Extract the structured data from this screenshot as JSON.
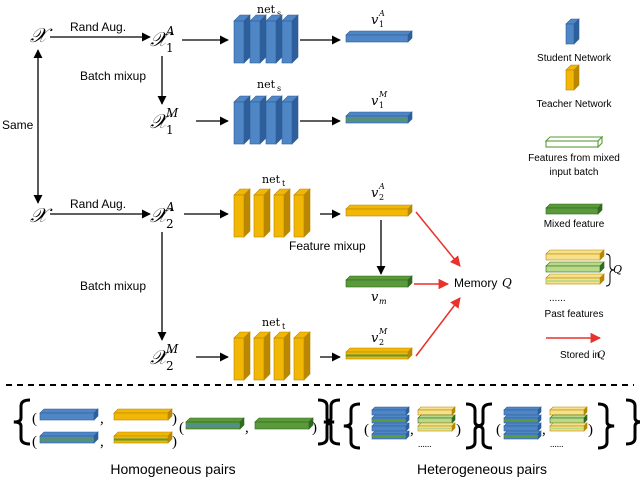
{
  "colors": {
    "student": "#4f86c6",
    "student_dark": "#2f5f9a",
    "teacher": "#f2b705",
    "teacher_dark": "#b98700",
    "mixed": "#5a9a3a",
    "mixed_dark": "#2f6a20",
    "light_yellow": "#f6e08a",
    "light_green": "#b9d98a",
    "arrow_red": "#e8322a",
    "black": "#000000"
  },
  "left": {
    "x_top": "𝒳",
    "x_mid": "𝒳",
    "same": "Same",
    "rand_aug_1": "Rand Aug.",
    "rand_aug_2": "Rand Aug.",
    "batch_mixup_1": "Batch mixup",
    "batch_mixup_2": "Batch mixup",
    "feature_mixup": "Feature mixup",
    "x1a": "𝒳",
    "x1a_sub": "1",
    "x1a_sup": "A",
    "x1m": "𝒳",
    "x1m_sub": "1",
    "x1m_sup": "M",
    "x2a": "𝒳",
    "x2a_sub": "2",
    "x2a_sup": "A",
    "x2m": "𝒳",
    "x2m_sub": "2",
    "x2m_sup": "M",
    "net_s_1": "net",
    "net_s_1_sub": "s",
    "net_s_2": "net",
    "net_s_2_sub": "s",
    "net_t_1": "net",
    "net_t_1_sub": "t",
    "net_t_2": "net",
    "net_t_2_sub": "t",
    "v1a": "v",
    "v1a_sub": "1",
    "v1a_sup": "A",
    "v1m": "v",
    "v1m_sub": "1",
    "v1m_sup": "M",
    "v2a": "v",
    "v2a_sub": "2",
    "v2a_sup": "A",
    "vm": "v",
    "vm_sub": "m",
    "v2m": "v",
    "v2m_sub": "2",
    "v2m_sup": "M",
    "memory": "Memory",
    "memory_q": "Q"
  },
  "legend": {
    "student": "Student Network",
    "teacher": "Teacher Network",
    "mixed_input_line1": "Features from mixed",
    "mixed_input_line2": "input batch",
    "mixed_feature": "Mixed feature",
    "q_label": "Q",
    "dots": "......",
    "past": "Past features",
    "stored": "Stored in",
    "stored_q": "Q"
  },
  "bottom": {
    "homogeneous": "Homogeneous pairs",
    "heterogeneous": "Heterogeneous pairs",
    "open_paren": "(",
    "close_paren": ")",
    "comma": ",",
    "dots": "......"
  }
}
